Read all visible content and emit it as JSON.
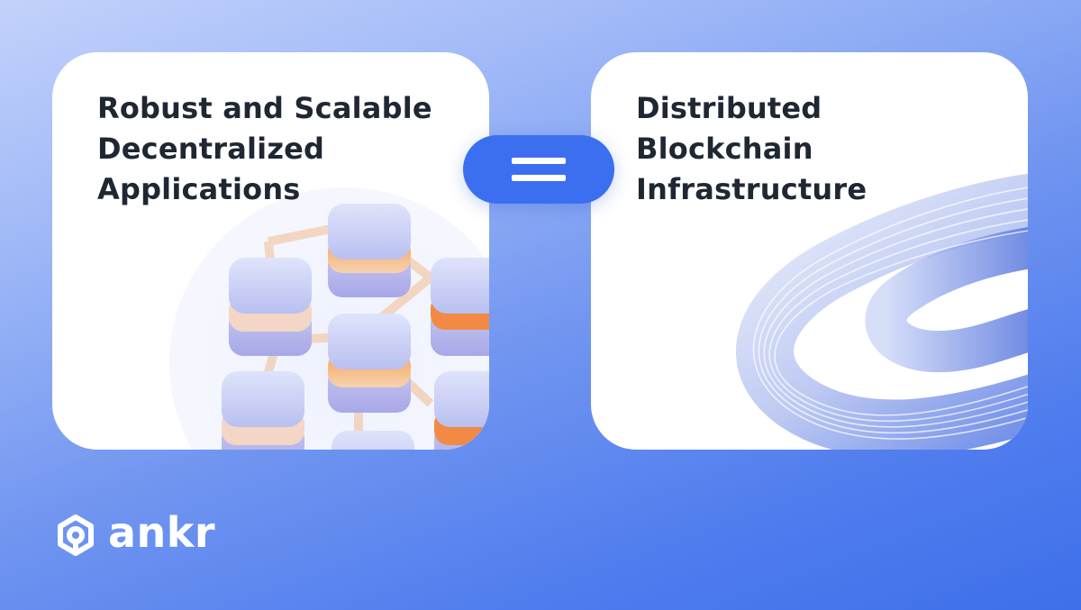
{
  "left_card": {
    "title_lines": [
      "Robust and Scalable",
      "Decentralized",
      "Applications"
    ]
  },
  "right_card": {
    "title_lines": [
      "Distributed",
      "Blockchain",
      "Infrastructure"
    ]
  },
  "equals_symbol": "=",
  "brand": {
    "name": "ankr",
    "icon": "ankr-logo-icon"
  },
  "colors": {
    "pill": "#3c6ff0",
    "text_dark": "#1f2733",
    "accent_orange": "#f08a3c",
    "tile_lavender": "#c7cdf6"
  }
}
